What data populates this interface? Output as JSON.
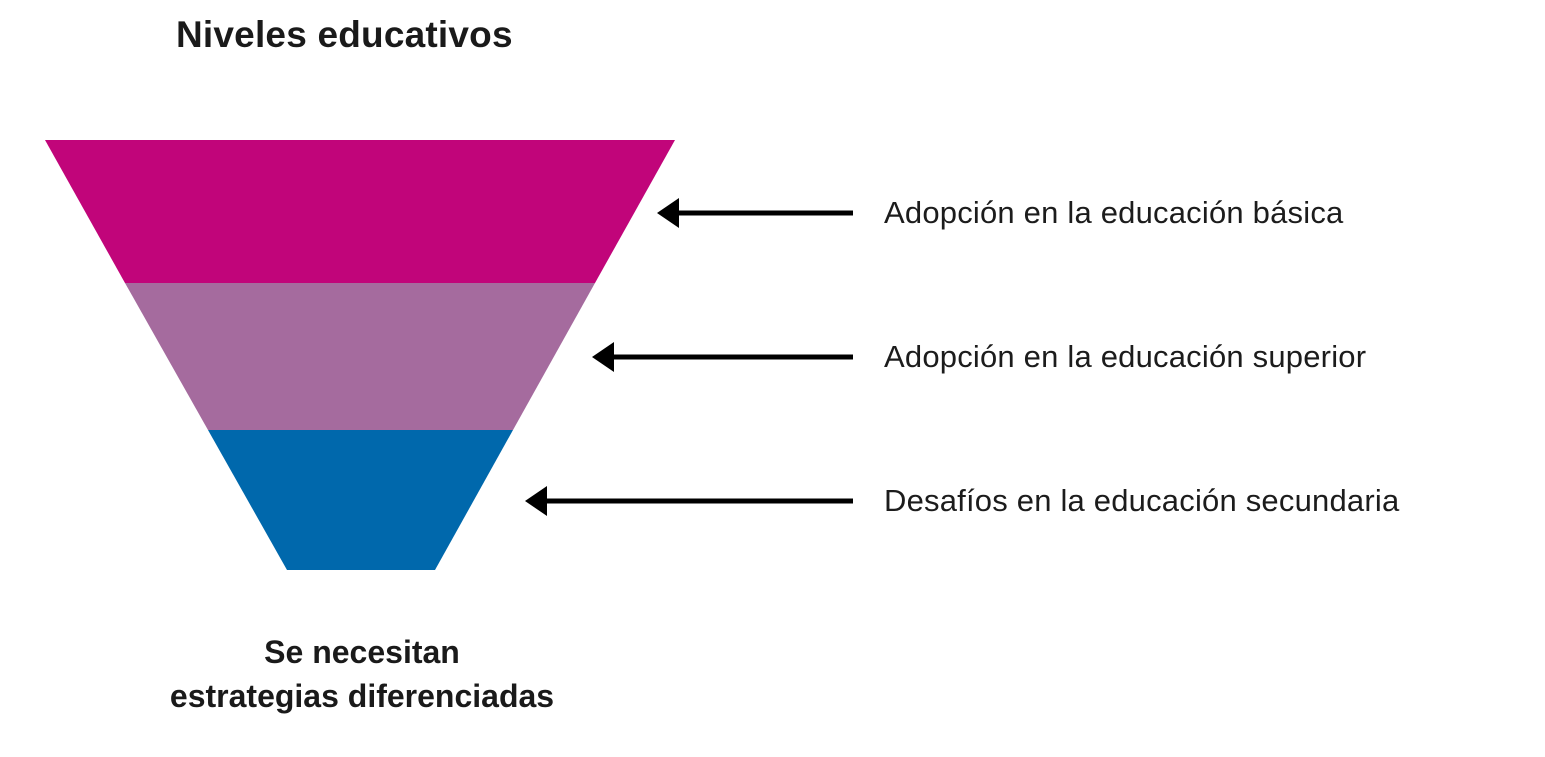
{
  "title": "Niveles educativos",
  "funnel": {
    "segments": [
      {
        "id": "educacion-basica",
        "label": "Adopción en la educación básica",
        "color": "#C1057A"
      },
      {
        "id": "educacion-superior",
        "label": "Adopción en la educación superior",
        "color": "#A56B9E"
      },
      {
        "id": "educacion-secundaria",
        "label": "Desafíos en la educación secundaria",
        "color": "#0068AC"
      }
    ],
    "arrow_color": "#000000"
  },
  "caption": {
    "line1": "Se necesitan",
    "line2": "estrategias diferenciadas"
  }
}
